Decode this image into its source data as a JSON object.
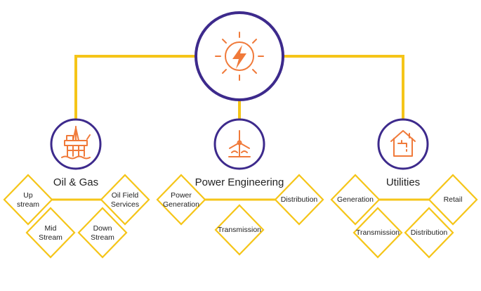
{
  "center": {
    "icon": "lightning-sun-icon"
  },
  "categories": [
    {
      "label": "Oil & Gas",
      "icon": "oil-rig-icon",
      "items": [
        {
          "line1": "Up",
          "line2": "stream"
        },
        {
          "line1": "Oil Field",
          "line2": "Services"
        },
        {
          "line1": "Mid",
          "line2": "Stream"
        },
        {
          "line1": "Down",
          "line2": "Stream"
        }
      ]
    },
    {
      "label": "Power Engineering",
      "icon": "wind-turbine-icon",
      "items": [
        {
          "line1": "Power",
          "line2": "Generation"
        },
        {
          "line1": "Distribution",
          "line2": ""
        },
        {
          "line1": "Transmission",
          "line2": ""
        }
      ]
    },
    {
      "label": "Utilities",
      "icon": "house-faucet-icon",
      "items": [
        {
          "line1": "Generation",
          "line2": ""
        },
        {
          "line1": "Retail",
          "line2": ""
        },
        {
          "line1": "Transmission",
          "line2": ""
        },
        {
          "line1": "Distribution",
          "line2": ""
        }
      ]
    }
  ],
  "colors": {
    "accent_yellow": "#F5C518",
    "ring_purple": "#3D2A8C",
    "icon_orange": "#F07A3A"
  }
}
